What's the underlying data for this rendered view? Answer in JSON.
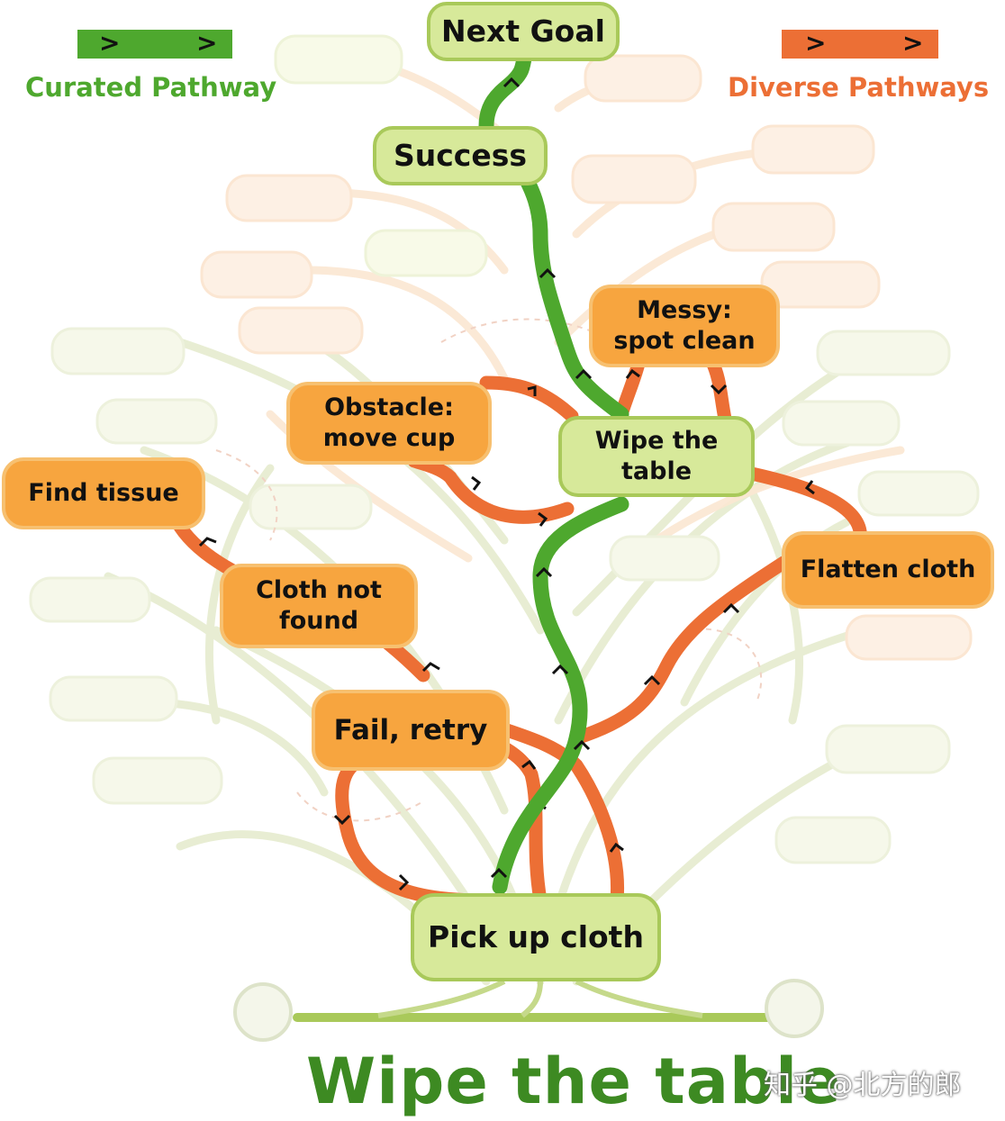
{
  "legend": {
    "curated_label": "Curated Pathway",
    "diverse_label": "Diverse Pathways",
    "curated_color": "#4ea82e",
    "diverse_color": "#ec6f35"
  },
  "nodes": {
    "next_goal": "Next Goal",
    "success": "Success",
    "messy_spot_clean": [
      "Messy:",
      "spot clean"
    ],
    "obstacle_move_cup": [
      "Obstacle:",
      "move cup"
    ],
    "wipe_the_table": [
      "Wipe the",
      "table"
    ],
    "find_tissue": "Find tissue",
    "cloth_not_found": [
      "Cloth not",
      "found"
    ],
    "flatten_cloth": "Flatten cloth",
    "fail_retry": "Fail, retry",
    "pick_up_cloth": "Pick up cloth"
  },
  "title": "Wipe the table",
  "watermark": "知乎 @北方的郎"
}
